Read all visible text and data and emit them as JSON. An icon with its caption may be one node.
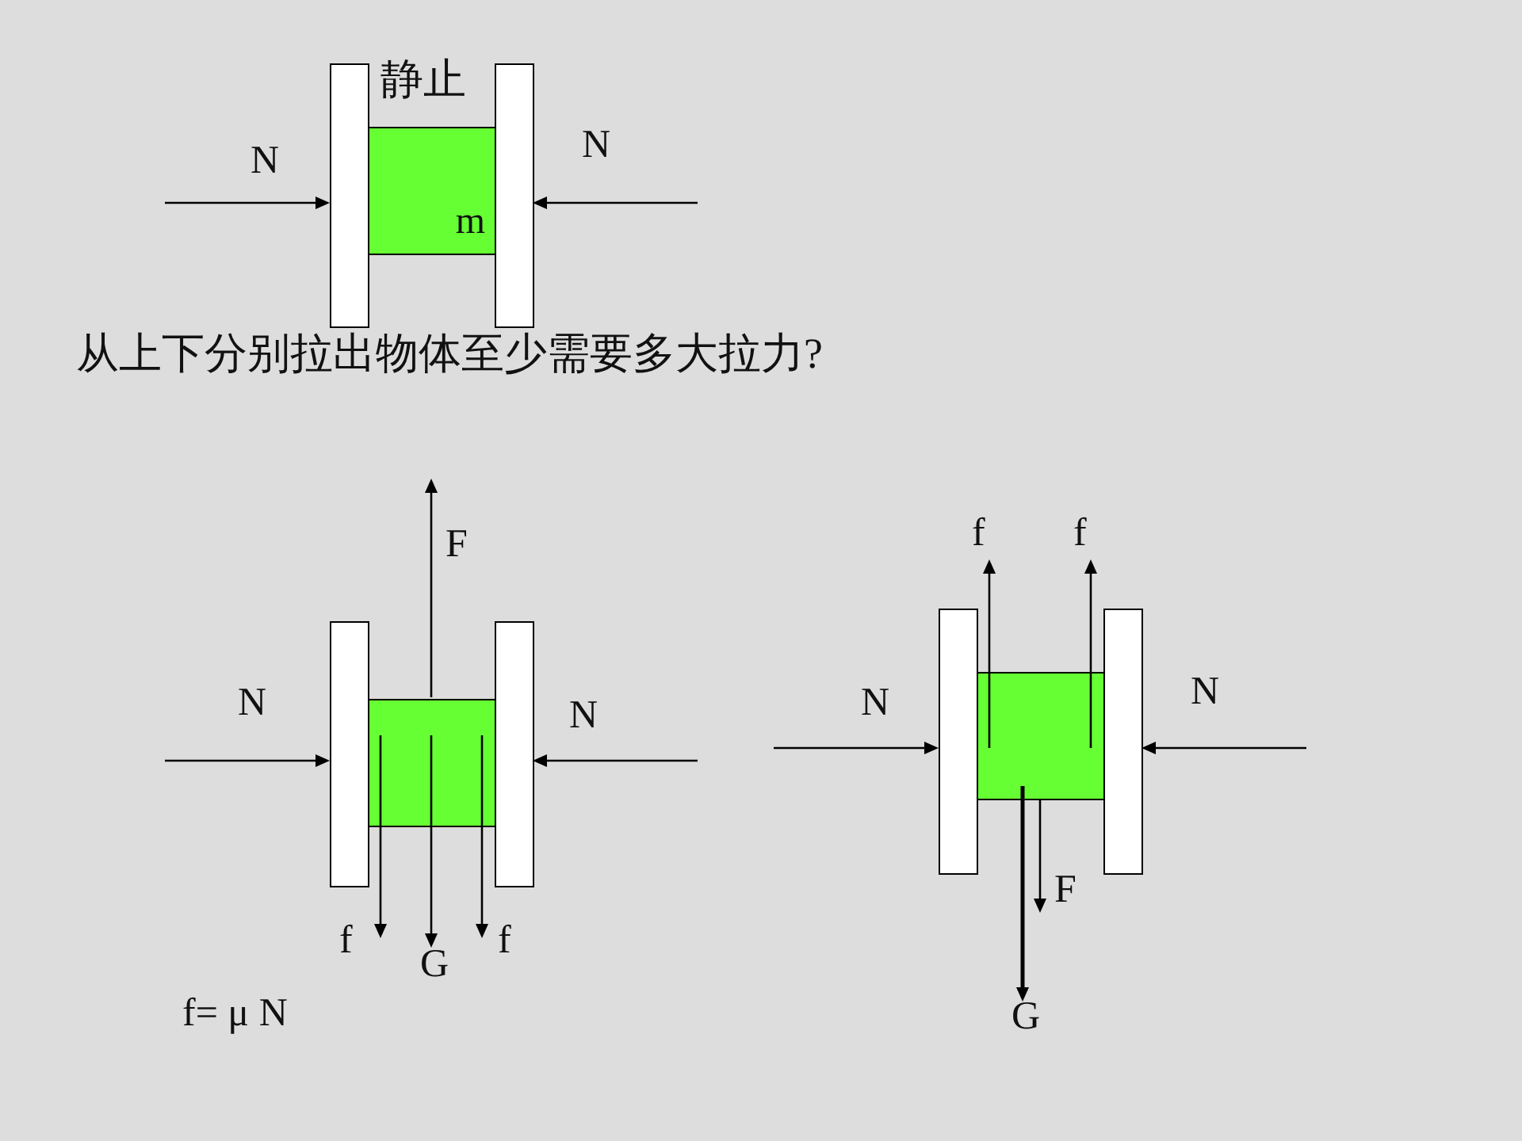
{
  "diagram": {
    "nodes": [
      {
        "text": [],
        "shape": "box"
      },
      {
        "text": [
          "m"
        ]
      },
      {
        "text": [],
        "shape": "box"
      },
      {
        "text": [],
        "shape": "box"
      },
      {
        "text": [],
        "shape": "box"
      },
      {
        "text": [],
        "shape": "box"
      },
      {
        "text": [],
        "shape": "box"
      },
      {
        "text": [],
        "shape": "box"
      },
      {
        "text": [],
        "shape": "box"
      }
    ],
    "labels": [
      "静止",
      "N",
      "N",
      "从上下分别拉出物体至少需要多大拉力?",
      "f",
      "f",
      "F",
      "N",
      "N",
      "N",
      "N",
      "F",
      "f",
      "f",
      "G",
      "f= μ N",
      "G"
    ]
  }
}
